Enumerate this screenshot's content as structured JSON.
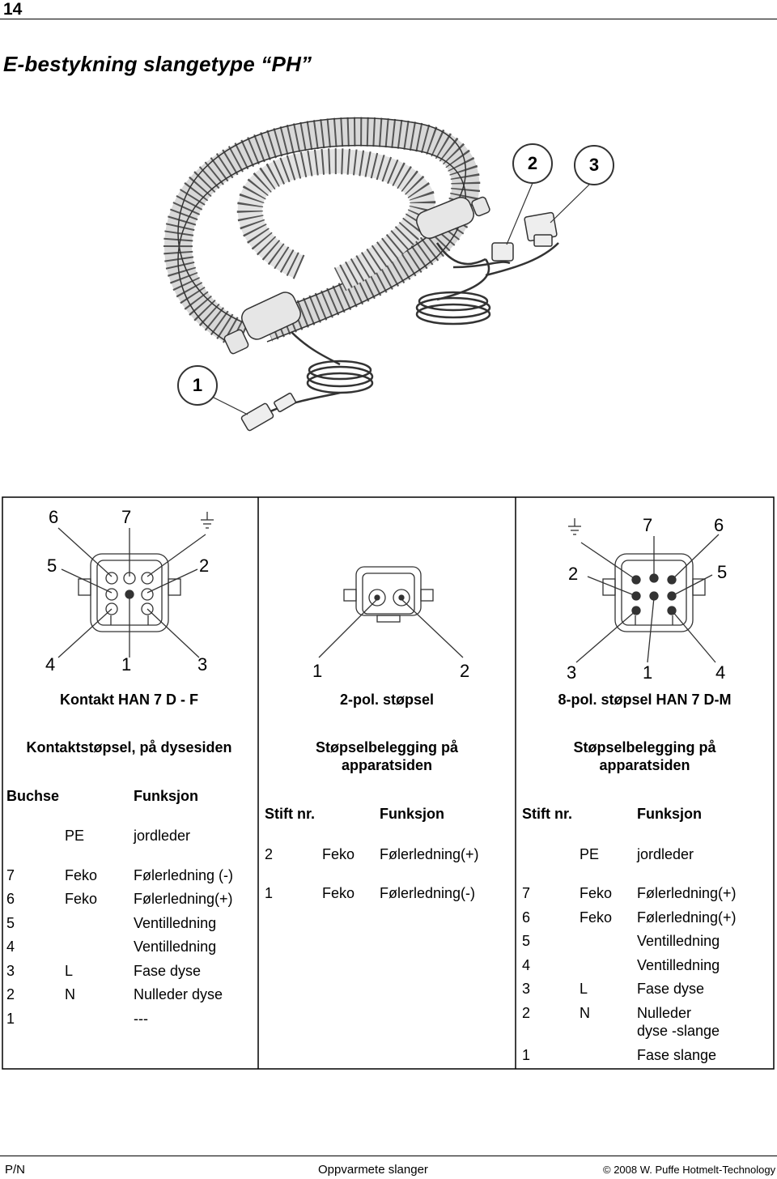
{
  "page_number": "14",
  "title": "E-bestykning slangetype “PH”",
  "callouts": [
    "1",
    "2",
    "3"
  ],
  "diagrams": {
    "han7f": {
      "labels": [
        "6",
        "7",
        "5",
        "2",
        "4",
        "1",
        "3"
      ],
      "caption": "Kontakt HAN 7 D - F"
    },
    "pol2": {
      "labels": [
        "1",
        "2"
      ],
      "caption": "2-pol. støpsel"
    },
    "han7m": {
      "labels": [
        "7",
        "6",
        "2",
        "5",
        "3",
        "1",
        "4"
      ],
      "caption": "8-pol. støpsel HAN 7 D-M"
    }
  },
  "col1": {
    "heading": "Kontaktstøpsel, på dysesiden",
    "h_buchse": "Buchse",
    "h_funksjon": "Funksjon",
    "rows": [
      {
        "a": "",
        "b": "PE",
        "c": "jordleder"
      },
      {
        "a": "7",
        "b": "Feko",
        "c": "Følerledning (-)"
      },
      {
        "a": "6",
        "b": "Feko",
        "c": "Følerledning(+)"
      },
      {
        "a": "5",
        "b": "",
        "c": "Ventilledning"
      },
      {
        "a": "4",
        "b": "",
        "c": "Ventilledning"
      },
      {
        "a": "3",
        "b": "L",
        "c": "Fase dyse"
      },
      {
        "a": "2",
        "b": "N",
        "c": "Nulleder dyse"
      },
      {
        "a": "1",
        "b": "",
        "c": "---"
      }
    ]
  },
  "col2": {
    "heading_l1": "Støpselbelegging på",
    "heading_l2": "apparatsiden",
    "h_stift": "Stift nr.",
    "h_funksjon": "Funksjon",
    "rows": [
      {
        "a": "2",
        "b": "Feko",
        "c": "Følerledning(+)"
      },
      {
        "a": "1",
        "b": "Feko",
        "c": "Følerledning(-)"
      }
    ]
  },
  "col3": {
    "heading_l1": "Støpselbelegging på",
    "heading_l2": "apparatsiden",
    "h_stift": "Stift nr.",
    "h_funksjon": "Funksjon",
    "rows": [
      {
        "a": "",
        "b": "PE",
        "c": "jordleder"
      },
      {
        "a": "7",
        "b": "Feko",
        "c": "Følerledning(+)"
      },
      {
        "a": "6",
        "b": "Feko",
        "c": "Følerledning(+)"
      },
      {
        "a": "5",
        "b": "",
        "c": "Ventilledning"
      },
      {
        "a": "4",
        "b": "",
        "c": "Ventilledning"
      },
      {
        "a": "3",
        "b": "L",
        "c": "Fase dyse"
      },
      {
        "a": "2",
        "b": "N",
        "c": "Nulleder",
        "c2": "dyse -slange"
      },
      {
        "a": "1",
        "b": "",
        "c": "Fase slange"
      }
    ]
  },
  "footer": {
    "left": "P/N",
    "center": "Oppvarmete slanger",
    "right": "© 2008 W. Puffe Hotmelt-Technology"
  }
}
